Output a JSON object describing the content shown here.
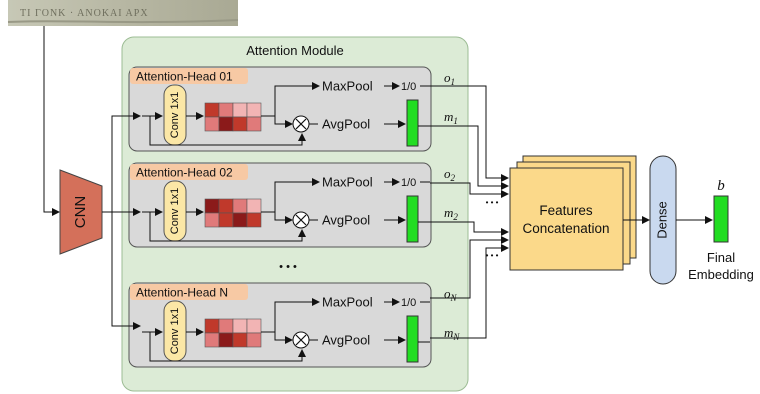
{
  "input_image": {
    "text": "ΤΙ ΓΟΝΚ · ΑΝΟΚΑΙ ΑΡΧ"
  },
  "module": {
    "title": "Attention Module",
    "ellipsis": "• • •"
  },
  "cnn": {
    "label": "CNN"
  },
  "heads": [
    {
      "title": "Attention-Head 01",
      "conv": "Conv 1x1",
      "maxpool": "MaxPool",
      "avgpool": "AvgPool",
      "binary": "1/0",
      "out_o": "o",
      "out_o_sub": "1",
      "out_m": "m",
      "out_m_sub": "1"
    },
    {
      "title": "Attention-Head 02",
      "conv": "Conv 1x1",
      "maxpool": "MaxPool",
      "avgpool": "AvgPool",
      "binary": "1/0",
      "out_o": "o",
      "out_o_sub": "2",
      "out_m": "m",
      "out_m_sub": "2"
    },
    {
      "title": "Attention-Head N",
      "conv": "Conv 1x1",
      "maxpool": "MaxPool",
      "avgpool": "AvgPool",
      "binary": "1/0",
      "out_o": "o",
      "out_o_sub": "N",
      "out_m": "m",
      "out_m_sub": "N"
    }
  ],
  "between_dots": "• • •",
  "concat": {
    "label_line1": "Features",
    "label_line2": "Concatenation"
  },
  "dense": {
    "label": "Dense"
  },
  "output": {
    "symbol": "b",
    "label_line1": "Final",
    "label_line2": "Embedding"
  },
  "colors": {
    "module_bg": "#dcebd6",
    "module_border": "#9cbc94",
    "head_bg": "#d9d9d9",
    "head_title_bg": "#f7c9a4",
    "conv_bg": "#fbe7a6",
    "cnn": "#d4705a",
    "concat": "#fbd98a",
    "dense": "#c9d9ef",
    "green": "#22dd22",
    "heat": [
      "#c0392b",
      "#e07a7a",
      "#f2b4b4",
      "#8b1a1a"
    ]
  }
}
